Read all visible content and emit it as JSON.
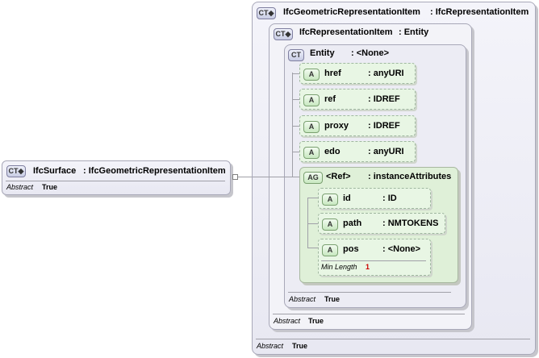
{
  "root": {
    "badge": "CT",
    "name": "IfcSurface",
    "type": ": IfcGeometricRepresentationItem",
    "footer_label": "Abstract",
    "footer_value": "True"
  },
  "level1": {
    "badge": "CT",
    "name": "IfcGeometricRepresentationItem",
    "type": ": IfcRepresentationItem",
    "footer_label": "Abstract",
    "footer_value": "True"
  },
  "level2": {
    "badge": "CT",
    "name": "IfcRepresentationItem",
    "type": ": Entity",
    "footer_label": "Abstract",
    "footer_value": "True"
  },
  "level3": {
    "badge": "CT",
    "name": "Entity",
    "type": ": <None>",
    "footer_label": "Abstract",
    "footer_value": "True"
  },
  "attributes": [
    {
      "badge": "A",
      "name": "href",
      "type": ": anyURI"
    },
    {
      "badge": "A",
      "name": "ref",
      "type": ": IDREF"
    },
    {
      "badge": "A",
      "name": "proxy",
      "type": ": IDREF"
    },
    {
      "badge": "A",
      "name": "edo",
      "type": ": anyURI"
    }
  ],
  "group": {
    "badge": "AG",
    "name": "<Ref>",
    "type": ": instanceAttributes",
    "attributes": [
      {
        "badge": "A",
        "name": "id",
        "type": ": ID"
      },
      {
        "badge": "A",
        "name": "path",
        "type": ": NMTOKENS"
      },
      {
        "badge": "A",
        "name": "pos",
        "type": ": <None>",
        "facet_label": "Min Length",
        "facet_value": "1"
      }
    ]
  },
  "colors": {
    "box_border": "#a8a8b8",
    "attr_fill": "#e8f6e4",
    "group_fill": "#dff0d8",
    "facet_value": "#cc0000"
  }
}
